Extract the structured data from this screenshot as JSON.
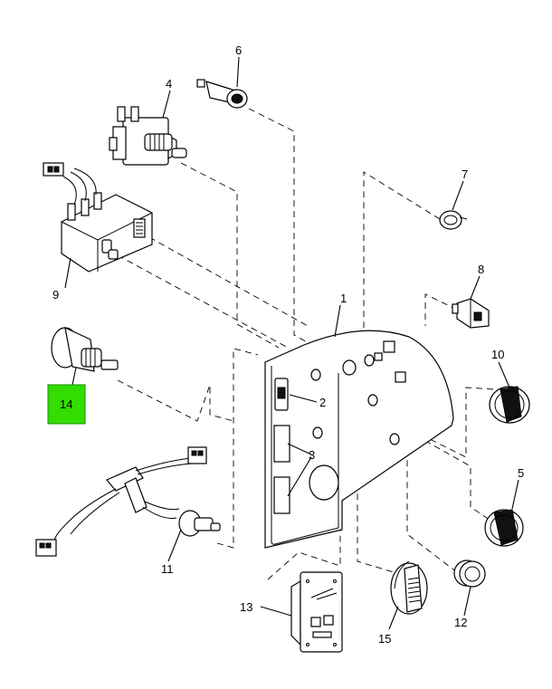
{
  "callouts": {
    "c1": "1",
    "c2": "2",
    "c3": "3",
    "c4": "4",
    "c5": "5",
    "c6": "6",
    "c7": "7",
    "c8": "8",
    "c9": "9",
    "c10": "10",
    "c11": "11",
    "c12": "12",
    "c13": "13",
    "c14": "14",
    "c15": "15"
  },
  "highlight": {
    "color": "#33dd00",
    "callout": "14"
  }
}
